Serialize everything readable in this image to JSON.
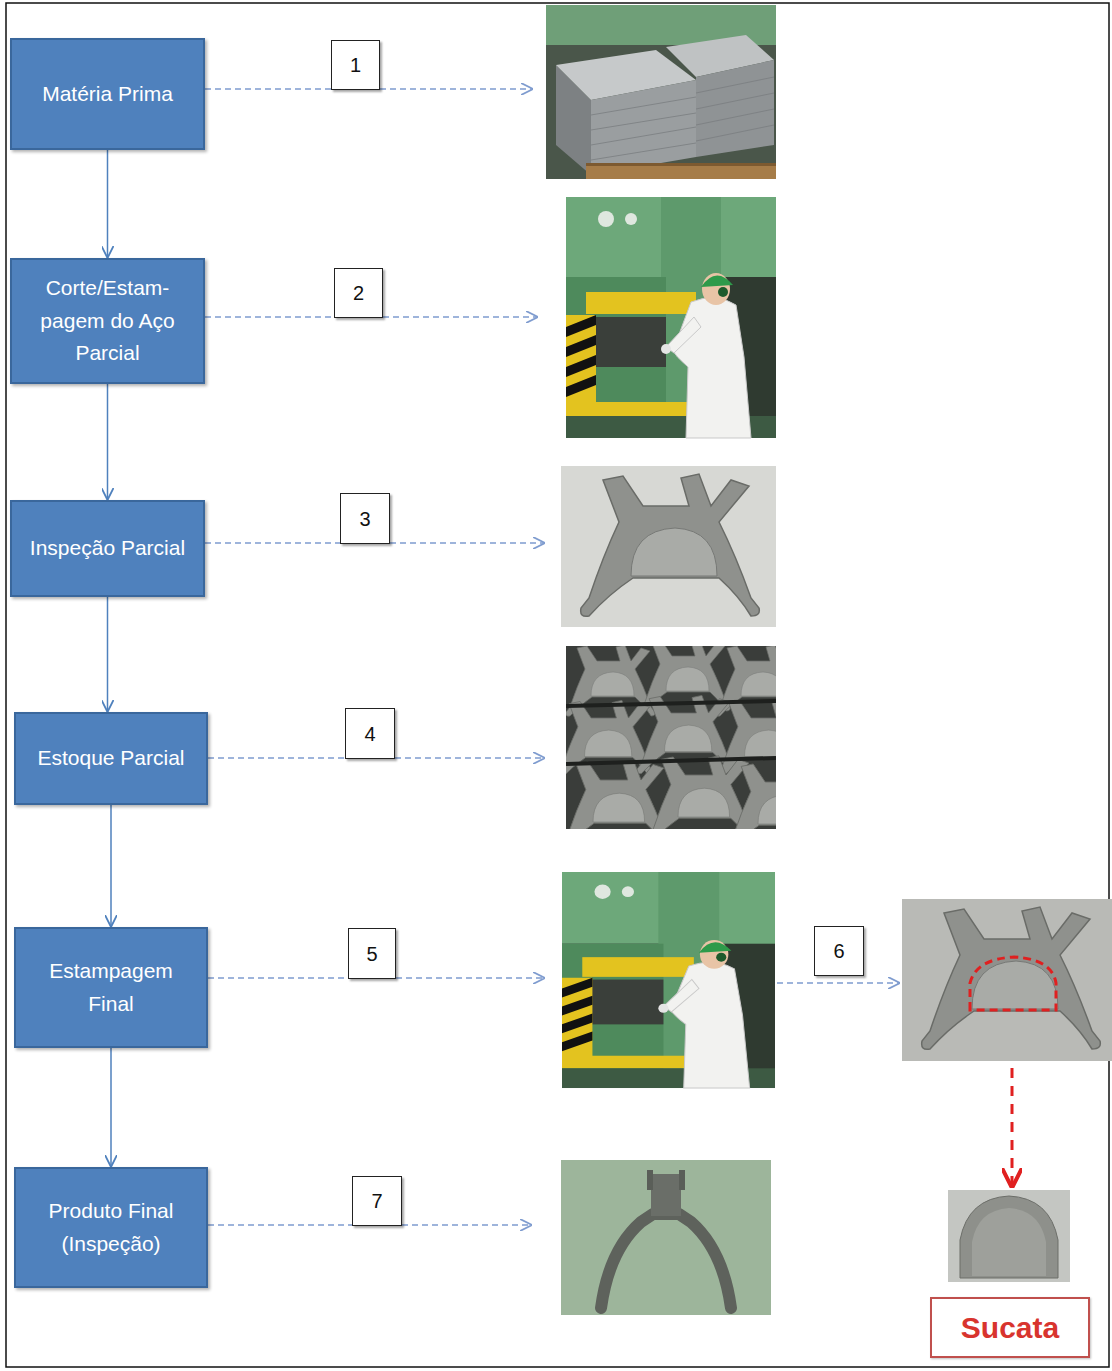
{
  "diagram": {
    "nodes": [
      {
        "text": [
          "Matéria Prima"
        ]
      },
      {
        "text": [
          "1"
        ]
      },
      {
        "text": [
          "Corte/Estam- pagem do Aço Parcial"
        ]
      },
      {
        "text": [
          "2"
        ]
      },
      {
        "text": [
          "Inspeção Parcial"
        ]
      },
      {
        "text": [
          "3"
        ]
      },
      {
        "text": [
          "Estoque Parcial"
        ]
      },
      {
        "text": [
          "4"
        ]
      },
      {
        "text": [
          "Estampagem Final"
        ]
      },
      {
        "text": [
          "5"
        ]
      },
      {
        "text": [
          "6"
        ]
      },
      {
        "text": [
          "Produto Final (Inspeção)"
        ]
      },
      {
        "text": [
          "7"
        ]
      },
      {
        "text": [
          "Sucata"
        ]
      }
    ],
    "edges": [
      {
        "from": 0,
        "to": 2,
        "arrow": "to"
      },
      {
        "from": 2,
        "to": 4,
        "arrow": "to"
      },
      {
        "from": 4,
        "to": 6,
        "arrow": "to"
      },
      {
        "from": 6,
        "to": 8,
        "arrow": "to"
      },
      {
        "from": 8,
        "to": 11,
        "arrow": "to"
      },
      {
        "from": 0,
        "to": 1,
        "arrow": "none"
      },
      {
        "from": 2,
        "to": 3,
        "arrow": "none"
      },
      {
        "from": 4,
        "to": 5,
        "arrow": "none"
      },
      {
        "from": 6,
        "to": 7,
        "arrow": "none"
      },
      {
        "from": 8,
        "to": 9,
        "arrow": "none"
      },
      {
        "from": 11,
        "to": 12,
        "arrow": "none"
      }
    ]
  }
}
